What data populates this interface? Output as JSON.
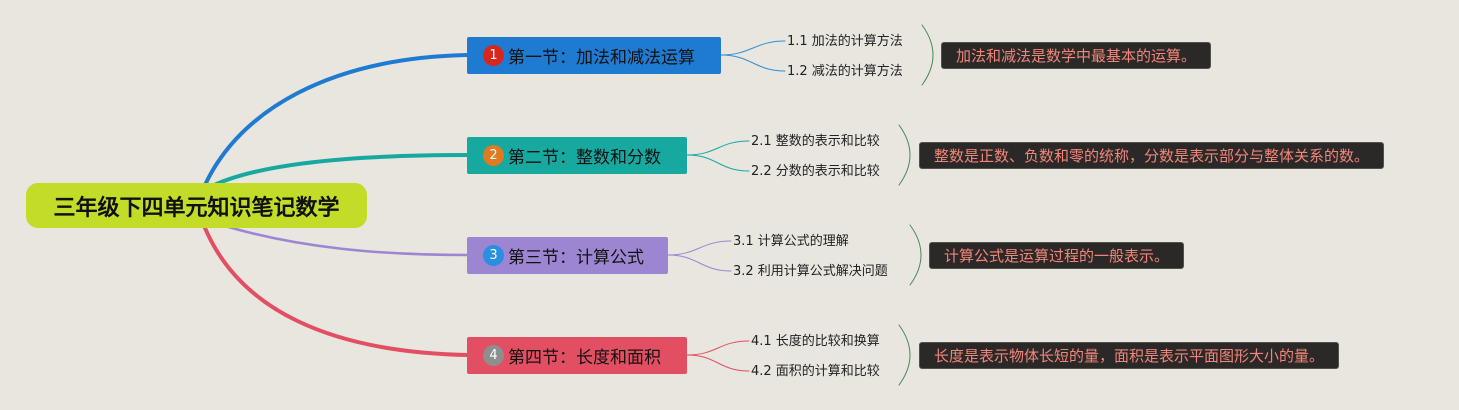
{
  "root": {
    "label": "三年级下四单元知识笔记数学",
    "color": "#c3dc28"
  },
  "sections": [
    {
      "num": "1",
      "label": "第一节：加法和减法运算",
      "color": "#1f7bd1",
      "badge": "#d8261d",
      "branch": "#1f7bd1",
      "sub_line": "#2e8fd8",
      "subs": [
        "1.1 加法的计算方法",
        "1.2 减法的计算方法"
      ],
      "note": "加法和减法是数学中最基本的运算。"
    },
    {
      "num": "2",
      "label": "第二节：整数和分数",
      "color": "#17a8a0",
      "badge": "#e07a20",
      "branch": "#17a8a0",
      "sub_line": "#17a8a0",
      "subs": [
        "2.1 整数的表示和比较",
        "2.2 分数的表示和比较"
      ],
      "note": "整数是正数、负数和零的统称，分数是表示部分与整体关系的数。"
    },
    {
      "num": "3",
      "label": "第三节：计算公式",
      "color": "#9c86d2",
      "badge": "#2a8fe0",
      "branch": "#9c86d2",
      "sub_line": "#9c86d2",
      "subs": [
        "3.1 计算公式的理解",
        "3.2 利用计算公式解决问题"
      ],
      "note": "计算公式是运算过程的一般表示。"
    },
    {
      "num": "4",
      "label": "第四节：长度和面积",
      "color": "#e24f62",
      "badge": "#8e8e8e",
      "branch": "#e24f62",
      "sub_line": "#e24f62",
      "subs": [
        "4.1 长度的比较和换算",
        "4.2 面积的计算和比较"
      ],
      "note": "长度是表示物体长短的量，面积是表示平面图形大小的量。"
    }
  ]
}
